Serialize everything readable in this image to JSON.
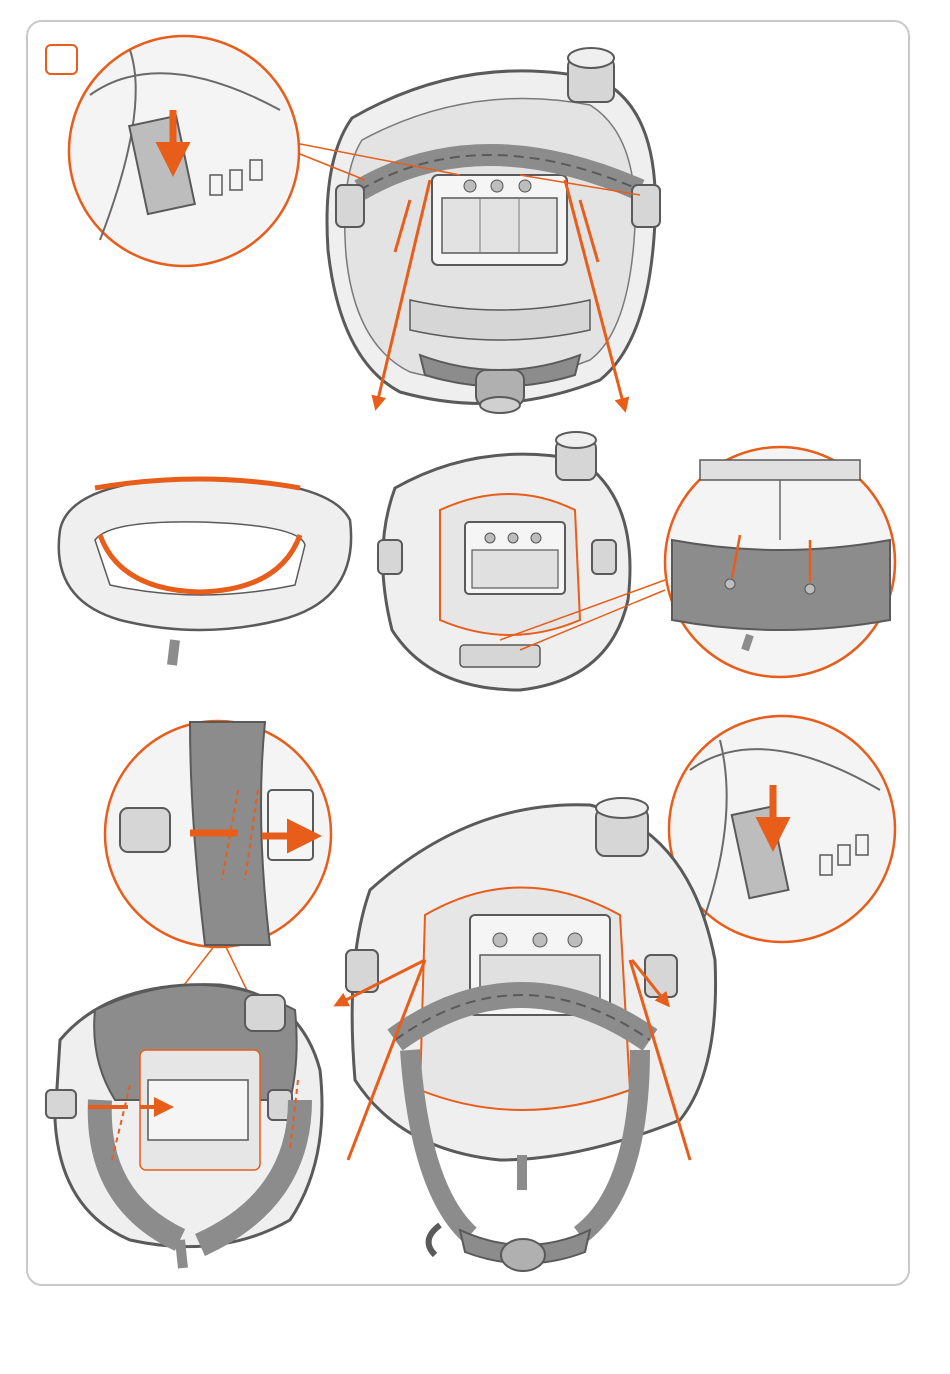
{
  "page": {
    "step_number": "",
    "colors": {
      "accent": "#e85d1a",
      "line": "#5a5a5a",
      "fill_light": "#efefef",
      "fill_mid": "#d6d6d6",
      "fill_dark": "#8c8c8c",
      "frame": "#c9c9c9"
    }
  },
  "icons": [
    "helmet-rear-view",
    "headband-ratchet",
    "sweatband-ring",
    "air-hose-connector",
    "clip-detail-magnifier"
  ]
}
